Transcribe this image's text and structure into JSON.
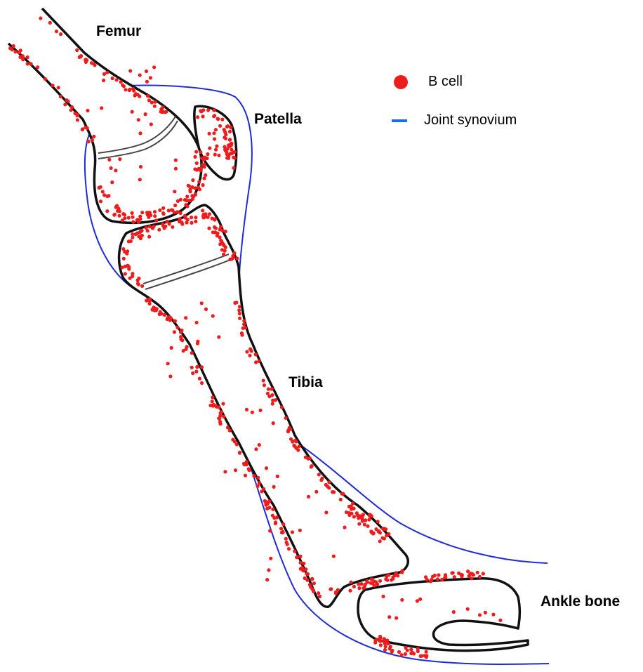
{
  "labels": {
    "femur": "Femur",
    "patella": "Patella",
    "tibia": "Tibia",
    "ankle": "Ankle bone"
  },
  "legend": {
    "bcell": "B cell",
    "synovium": "Joint synovium"
  },
  "colors": {
    "bcell": "#ee1c1c",
    "synovium": "#1f2bd6",
    "bone_outline": "#111111",
    "legend_line": "#1a6fe6"
  }
}
